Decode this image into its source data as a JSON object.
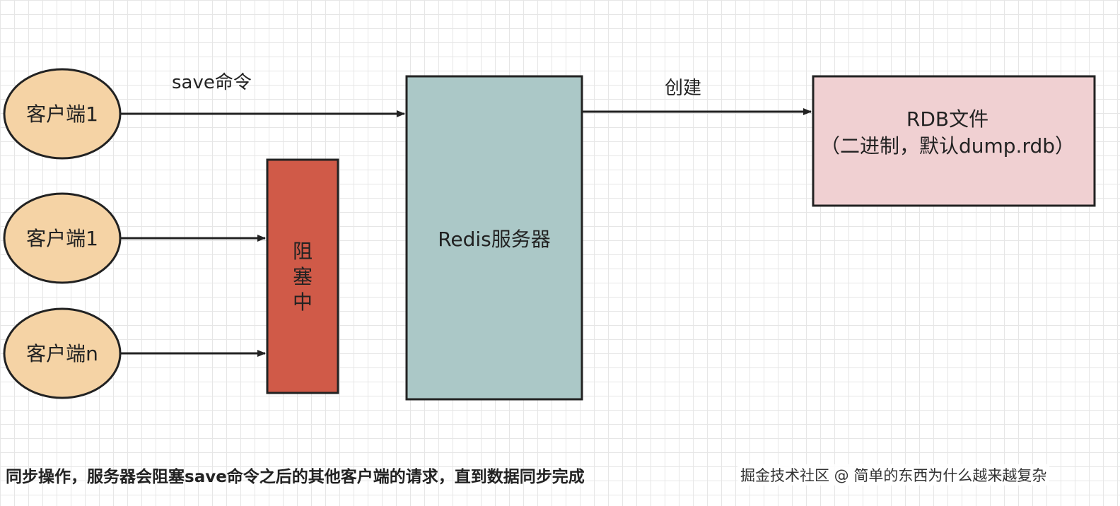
{
  "nodes": {
    "client_1a": "客户端1",
    "client_1b": "客户端1",
    "client_n": "客户端n",
    "blocking": [
      "阻",
      "塞",
      "中"
    ],
    "server": "Redis服务器",
    "rdb_title": "RDB文件",
    "rdb_subtitle": "（二进制，默认dump.rdb）"
  },
  "edges": {
    "save_command": "save命令",
    "create": "创建"
  },
  "caption": "同步操作，服务器会阻塞save命令之后的其他客户端的请求，直到数据同步完成",
  "watermark": "掘金技术社区 @ 简单的东西为什么越来越复杂",
  "colors": {
    "client_fill": "#f5d3a5",
    "blocking_fill": "#d05a48",
    "server_fill": "#abc8c7",
    "rdb_fill": "#f0d0d2",
    "stroke": "#222222"
  }
}
